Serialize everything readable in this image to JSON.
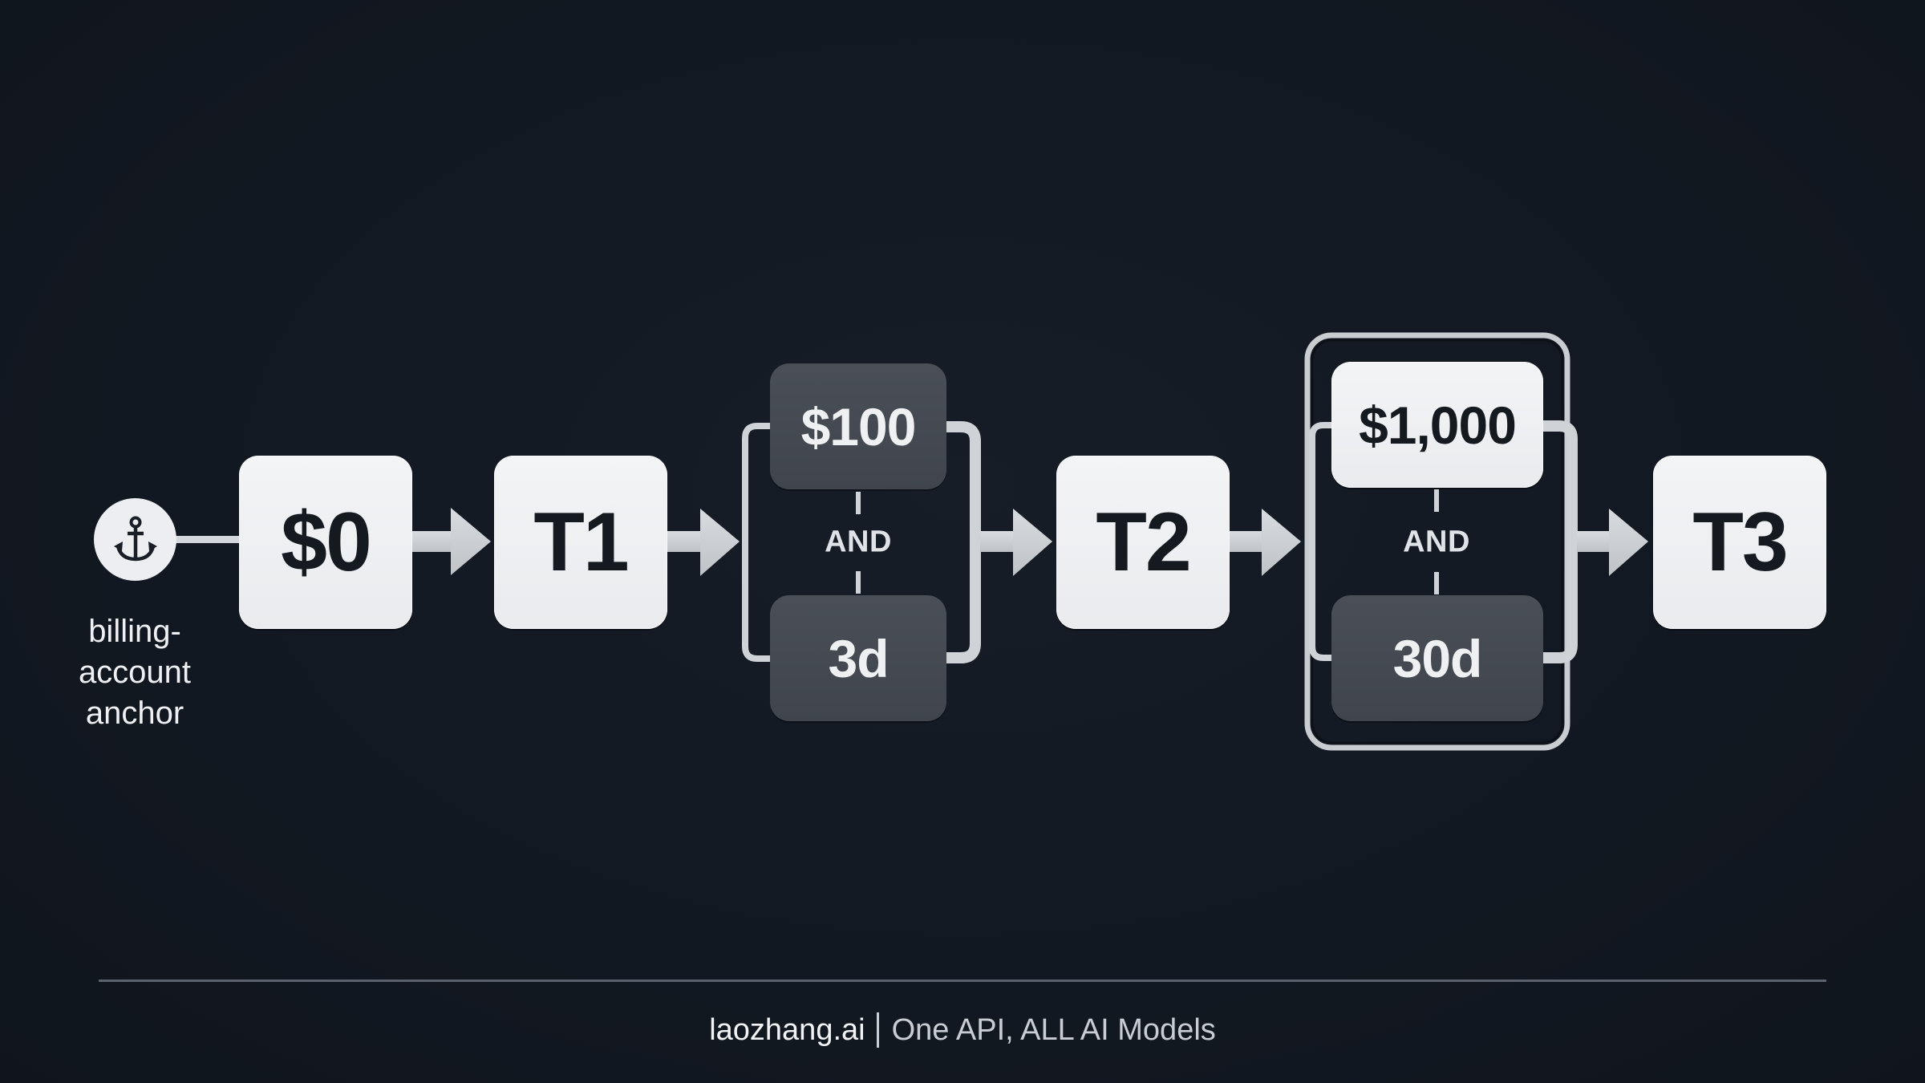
{
  "colors": {
    "background": "#121821",
    "light_node": "#eceef1",
    "dark_node": "#454a52",
    "wire": "#cfd2d6",
    "divider": "#5b626d"
  },
  "anchor": {
    "icon": "anchor-icon",
    "label_lines": [
      "billing-",
      "account",
      "anchor"
    ]
  },
  "flow": {
    "start": {
      "label": "$0"
    },
    "tier1": {
      "label": "T1"
    },
    "gate1": {
      "spend": "$100",
      "operator": "AND",
      "duration": "3d"
    },
    "tier2": {
      "label": "T2"
    },
    "gate2": {
      "spend": "$1,000",
      "operator": "AND",
      "duration": "30d"
    },
    "tier3": {
      "label": "T3"
    }
  },
  "footer": {
    "brand": "laozhang.ai",
    "tagline": "One API, ALL AI Models"
  }
}
